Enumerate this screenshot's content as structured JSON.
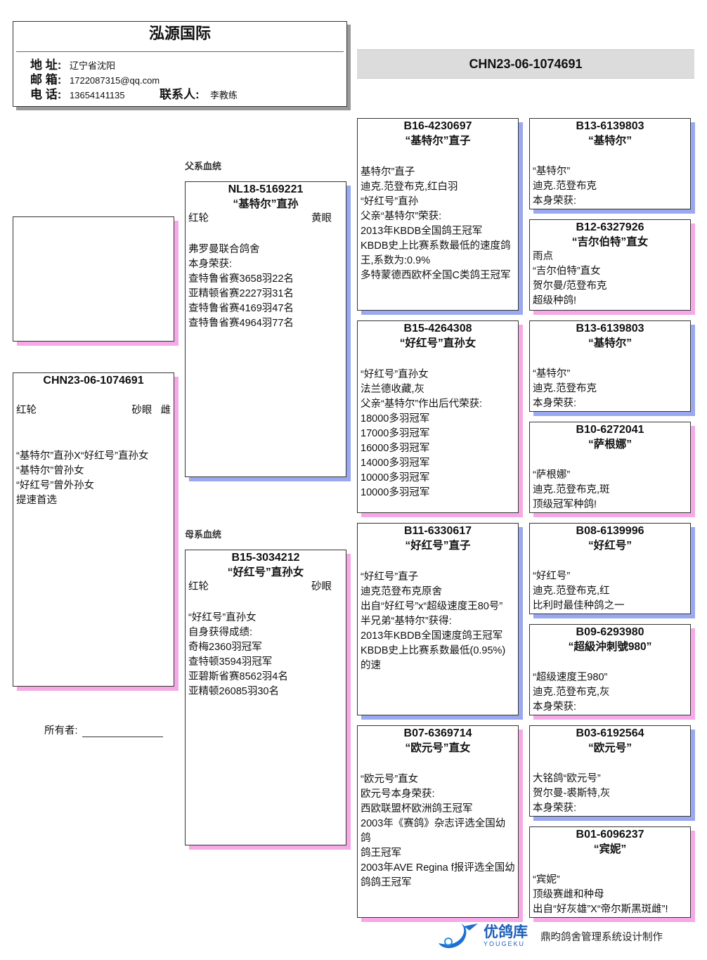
{
  "header": {
    "title": "泓源国际",
    "address_label": "地 址:",
    "address": "辽宁省沈阳",
    "email_label": "邮 箱:",
    "email": "1722087315@qq.com",
    "phone_label": "电 话:",
    "phone": "13654141135",
    "contact_label": "联系人:",
    "contact": "李教练"
  },
  "banner_ring": "CHN23-06-1074691",
  "subject": {
    "ring": "CHN23-06-1074691",
    "ring_color": "红轮",
    "eye": "砂眼",
    "sex": "雌",
    "lines": [
      "“基特尔”直孙X“好红号”直孙女",
      "“基特尔”曾孙女",
      "“好红号”曾外孙女",
      "提速首选"
    ]
  },
  "owner_label": "所有者:",
  "sire_label": "父系血统",
  "dam_label": "母系血统",
  "sire": {
    "ring": "NL18-5169221",
    "name": "“基特尔”直孙",
    "ring_color": "红轮",
    "eye": "黄眼",
    "lines": [
      "弗罗曼联合鸽舍",
      "本身荣获:",
      "查特鲁省赛3658羽22名",
      "亚精顿省赛2227羽31名",
      "查特鲁省赛4169羽47名",
      "查特鲁省赛4964羽77名"
    ]
  },
  "dam": {
    "ring": "B15-3034212",
    "name": "“好红号”直孙女",
    "ring_color": "红轮",
    "eye": "砂眼",
    "lines": [
      "“好红号”直孙女",
      "自身获得成绩:",
      "奇梅2360羽冠军",
      "查特顿3594羽冠军",
      "亚碧斯省赛8562羽4名",
      "亚精顿26085羽30名"
    ]
  },
  "grandparents": [
    {
      "ring": "B16-4230697",
      "name": "“基特尔”直子",
      "lines": [
        "基特尔”直子",
        "迪克.范登布克,红白羽",
        "“好红号”直孙",
        "父亲“基特尔”荣获:",
        "2013年KBDB全国鸽王冠军",
        "KBDB史上比赛系数最低的速度鸽王,系数为:0.9%",
        "多特蒙德西欧杯全国C类鸽王冠军"
      ]
    },
    {
      "ring": "B15-4264308",
      "name": "“好红号”直孙女",
      "lines": [
        "“好红号”直孙女",
        "法兰德收藏,灰",
        "父亲“基特尔”作出后代荣获:",
        "18000多羽冠军",
        "17000多羽冠军",
        "16000多羽冠军",
        "14000多羽冠军",
        "10000多羽冠军",
        "10000多羽冠军"
      ]
    },
    {
      "ring": "B11-6330617",
      "name": "“好红号”直子",
      "lines": [
        "“好红号”直子",
        "迪克范登布克原舍",
        "出自“好红号”x“超级速度王80号”",
        "半兄弟“基特尔”获得:",
        "2013年KBDB全国速度鸽王冠军",
        "KBDB史上比赛系数最低(0.95%)的速"
      ]
    },
    {
      "ring": "B07-6369714",
      "name": "“欧元号”直女",
      "lines": [
        "“欧元号”直女",
        "欧元号本身荣获:",
        "西欧联盟杯欧洲鸽王冠军",
        "2003年《赛鸽》杂志评选全国幼鸽",
        "鸽王冠军",
        "2003年AVE Regina f报评选全国幼",
        "鸽鸽王冠军"
      ]
    }
  ],
  "great_grandparents": [
    {
      "ring": "B13-6139803",
      "name": "“基特尔”",
      "lines": [
        "“基特尔”",
        "迪克.范登布克",
        "本身荣获:"
      ]
    },
    {
      "ring": "B12-6327926",
      "name": "“吉尔伯特”直女",
      "lines": [
        "雨点",
        "“吉尔伯特”直女",
        "贺尔曼/范登布克",
        "超级种鸽!"
      ]
    },
    {
      "ring": "B13-6139803",
      "name": "“基特尔”",
      "lines": [
        "“基特尔”",
        "迪克.范登布克",
        "本身荣获:"
      ]
    },
    {
      "ring": "B10-6272041",
      "name": "“萨根娜”",
      "lines": [
        "“萨根娜”",
        "迪克.范登布克,斑",
        "顶级冠军种鸽!"
      ]
    },
    {
      "ring": "B08-6139996",
      "name": "“好红号”",
      "lines": [
        "“好红号”",
        "迪克.范登布克,红",
        "比利时最佳种鸽之一"
      ]
    },
    {
      "ring": "B09-6293980",
      "name": "“超級沖刺號980”",
      "lines": [
        "“超级速度王980”",
        "迪克.范登布克,灰",
        "本身荣获:"
      ]
    },
    {
      "ring": "B03-6192564",
      "name": "“欧元号”",
      "lines": [
        "大铭鸽“欧元号”",
        "贺尔曼-裘斯特,灰",
        "本身荣获:"
      ]
    },
    {
      "ring": "B01-6096237",
      "name": "“宾妮”",
      "lines": [
        "“宾妮”",
        "顶级赛雌和种母",
        "出自“好灰雄”X“帝尔斯黑斑雌”!"
      ]
    }
  ],
  "footer": {
    "logo_text": "优鸽库",
    "logo_sub": "YOUGEKU",
    "credit": "鼎昀鸽舍管理系统设计制作"
  },
  "colors": {
    "male_shadow": "#9aa8ef",
    "female_shadow": "#f5a9e6",
    "banner_bg": "#dcdcdc"
  }
}
